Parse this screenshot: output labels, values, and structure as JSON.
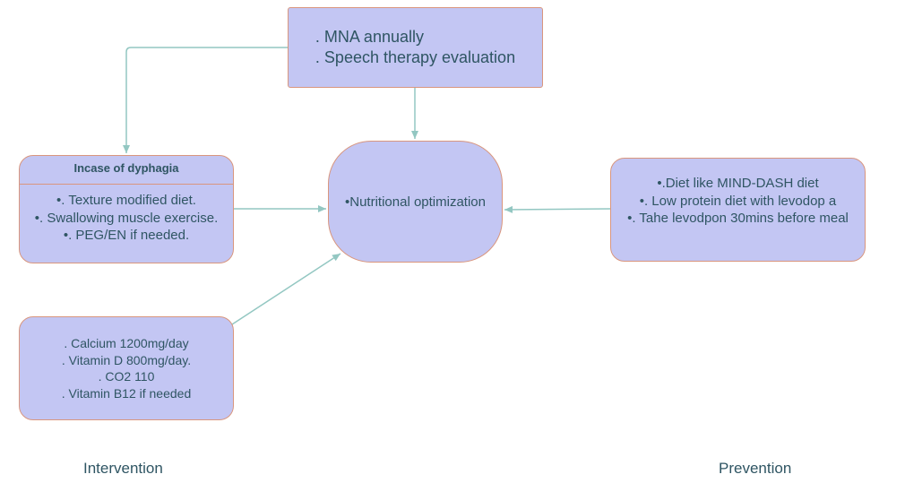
{
  "nodes": {
    "top": {
      "lines": [
        ". MNA annually",
        ". Speech therapy evaluation"
      ]
    },
    "dysphagia": {
      "header": "Incase of dyphagia",
      "lines": [
        "•. Texture modified diet.",
        "•. Swallowing muscle exercise.",
        "•. PEG/EN if needed."
      ]
    },
    "center": {
      "lines": [
        "•Nutritional optimization"
      ]
    },
    "prevention": {
      "lines": [
        "•.Diet like MIND-DASH diet",
        "•. Low protein diet with levodop a",
        "•. Tahe levodpon 30mins before meal"
      ]
    },
    "supplements": {
      "lines": [
        ". Calcium 1200mg/day",
        ". Vitamin D 800mg/day.",
        ". CO2 110",
        ". Vitamin B12 if needed"
      ]
    }
  },
  "captions": {
    "intervention": "Intervention",
    "prevention": "Prevention"
  },
  "colors": {
    "node_fill": "#c3c6f3",
    "node_border": "#d9967e",
    "connector": "#93c7c2",
    "text": "#2f5563"
  }
}
